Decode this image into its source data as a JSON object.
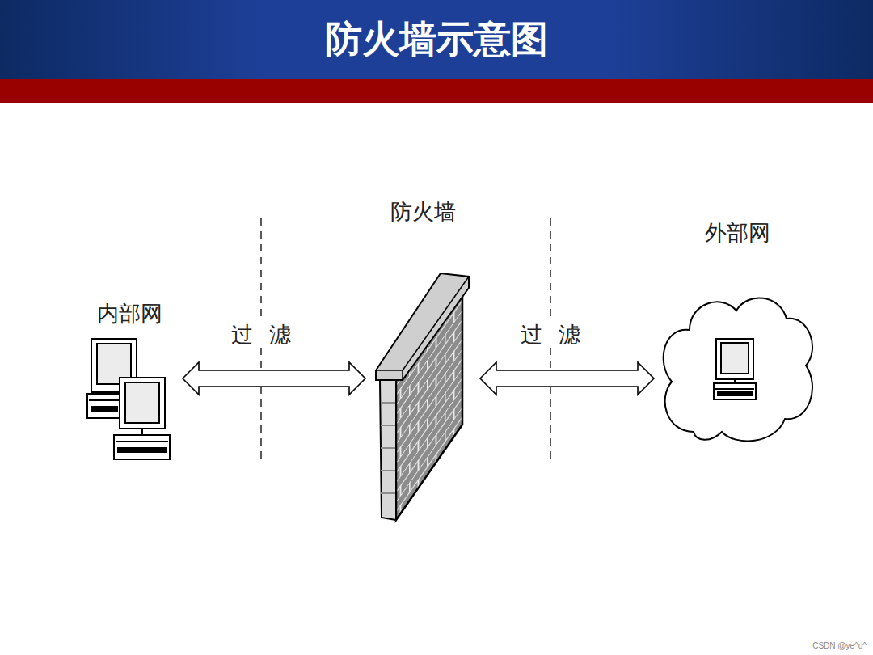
{
  "diagram": {
    "title": "防火墙示意图",
    "nodes": [
      {
        "text": [
          "内部网"
        ]
      },
      {
        "text": [
          "防火墙"
        ]
      },
      {
        "text": [
          "外部网"
        ]
      }
    ],
    "edges": [
      {
        "from": 0,
        "to": 1,
        "arrow": "both",
        "label": "过 滤"
      },
      {
        "from": 1,
        "to": 2,
        "arrow": "both",
        "label": "过 滤"
      }
    ],
    "labels": [
      "CSDN @ye^o^"
    ]
  }
}
